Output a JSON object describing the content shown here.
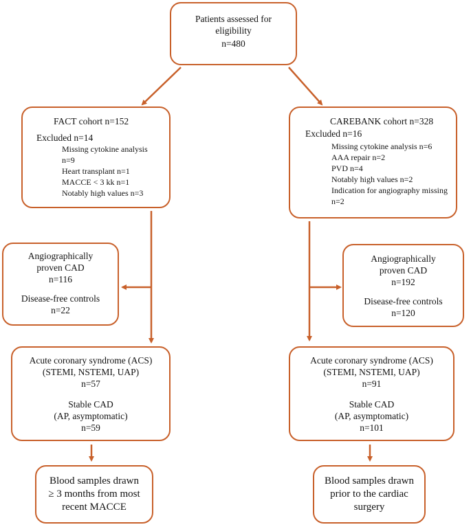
{
  "top": {
    "lines": [
      "Patients assessed for",
      "eligibility",
      "n=480"
    ]
  },
  "fact": {
    "title": "FACT cohort n=152",
    "excluded": "Excluded n=14",
    "items": [
      "Missing cytokine analysis",
      "n=9",
      "Heart transplant n=1",
      "MACCE < 3 kk n=1",
      "Notably high values n=3"
    ]
  },
  "carebank": {
    "title": "CAREBANK cohort n=328",
    "excluded": "Excluded n=16",
    "items": [
      "Missing cytokine analysis n=6",
      "AAA repair n=2",
      "PVD n=4",
      "Notably high values n=2",
      "Indication for angiography missing",
      "n=2"
    ]
  },
  "left_cad": {
    "lines": [
      "Angiographically",
      "proven CAD",
      "n=116",
      "",
      "Disease-free controls",
      "n=22"
    ]
  },
  "right_cad": {
    "lines": [
      "Angiographically",
      "proven CAD",
      "n=192",
      "",
      "Disease-free controls",
      "n=120"
    ]
  },
  "left_acs": {
    "lines": [
      "Acute coronary syndrome (ACS)",
      "(STEMI, NSTEMI, UAP)",
      "n=57",
      "",
      "Stable CAD",
      "(AP, asymptomatic)",
      "n=59"
    ]
  },
  "right_acs": {
    "lines": [
      "Acute coronary syndrome (ACS)",
      "(STEMI, NSTEMI, UAP)",
      "n=91",
      "",
      "Stable CAD",
      "(AP, asymptomatic)",
      "n=101"
    ]
  },
  "left_blood": {
    "lines": [
      "Blood samples drawn",
      "≥ 3 months from most",
      "recent MACCE"
    ]
  },
  "right_blood": {
    "lines": [
      "Blood samples drawn",
      "prior to the cardiac",
      "surgery"
    ]
  },
  "colors": {
    "accent": "#c8602a"
  }
}
